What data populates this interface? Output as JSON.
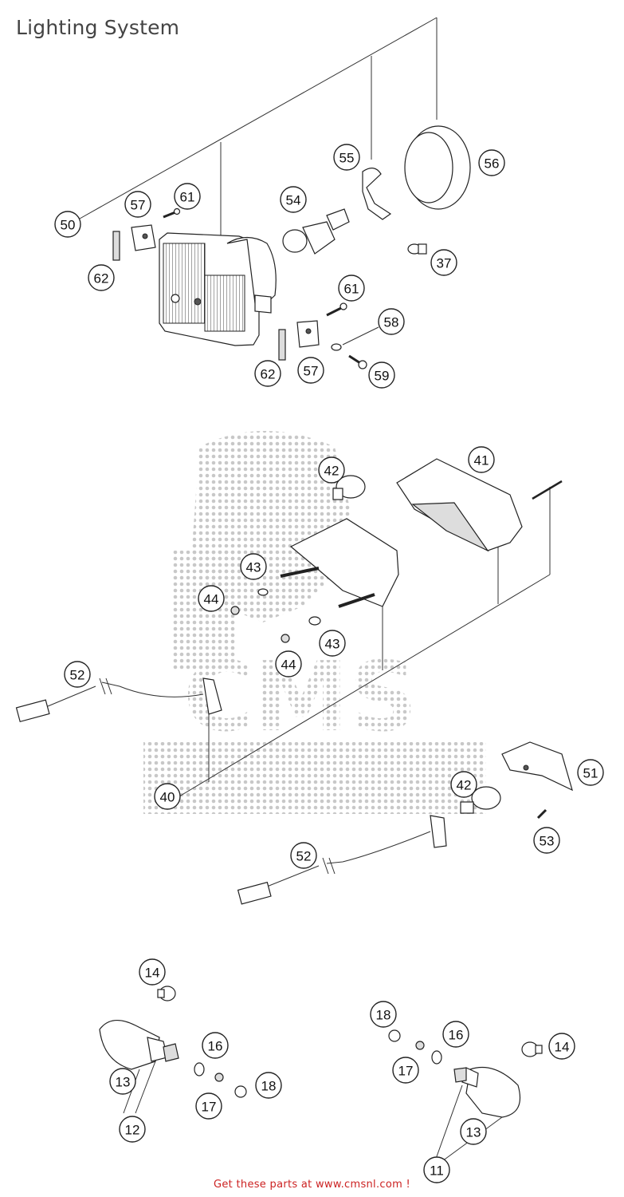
{
  "title": "Lighting System",
  "footer": "Get these parts at www.cmsnl.com  !",
  "watermark": "CMS",
  "callouts": [
    "50",
    "57",
    "61",
    "62",
    "54",
    "55",
    "56",
    "37",
    "61",
    "58",
    "57",
    "62",
    "59",
    "42",
    "41",
    "43",
    "44",
    "44",
    "43",
    "52",
    "40",
    "51",
    "42",
    "53",
    "52",
    "14",
    "16",
    "13",
    "12",
    "17",
    "18",
    "18",
    "16",
    "17",
    "14",
    "13",
    "11"
  ],
  "colors": {
    "footer": "#cc2222",
    "title": "#444444",
    "watermark": "#c8c8c8"
  }
}
